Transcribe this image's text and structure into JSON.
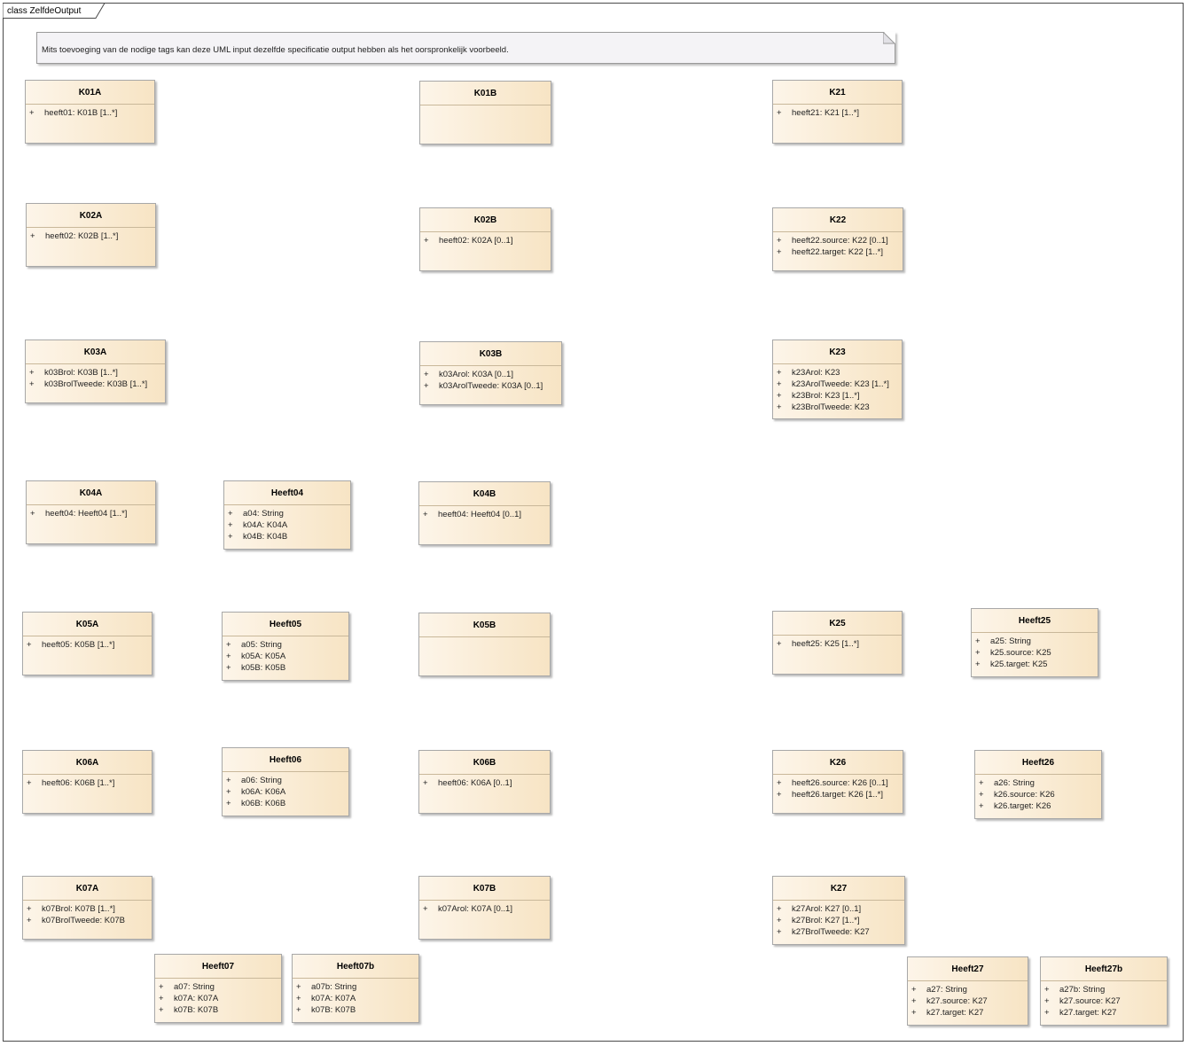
{
  "frame": {
    "label": "class ZelfdeOutput"
  },
  "note": {
    "text": "Mits toevoeging van de nodige tags kan deze UML input dezelfde specificatie output hebben als het oorspronkelijk voorbeeld."
  },
  "classes": [
    {
      "name": "K01A",
      "attributes": [
        {
          "vis": "+",
          "text": "heeft01: K01B [1..*]"
        }
      ]
    },
    {
      "name": "K01B",
      "attributes": []
    },
    {
      "name": "K21",
      "attributes": [
        {
          "vis": "+",
          "text": "heeft21: K21 [1..*]"
        }
      ]
    },
    {
      "name": "K02A",
      "attributes": [
        {
          "vis": "+",
          "text": "heeft02: K02B [1..*]"
        }
      ]
    },
    {
      "name": "K02B",
      "attributes": [
        {
          "vis": "+",
          "text": "heeft02: K02A [0..1]"
        }
      ]
    },
    {
      "name": "K22",
      "attributes": [
        {
          "vis": "+",
          "text": "heeft22.source: K22 [0..1]"
        },
        {
          "vis": "+",
          "text": "heeft22.target: K22 [1..*]"
        }
      ]
    },
    {
      "name": "K03A",
      "attributes": [
        {
          "vis": "+",
          "text": "k03Brol: K03B [1..*]"
        },
        {
          "vis": "+",
          "text": "k03BrolTweede: K03B [1..*]"
        }
      ]
    },
    {
      "name": "K03B",
      "attributes": [
        {
          "vis": "+",
          "text": "k03Arol: K03A [0..1]"
        },
        {
          "vis": "+",
          "text": "k03ArolTweede: K03A [0..1]"
        }
      ]
    },
    {
      "name": "K23",
      "attributes": [
        {
          "vis": "+",
          "text": "k23Arol: K23"
        },
        {
          "vis": "+",
          "text": "k23ArolTweede: K23 [1..*]"
        },
        {
          "vis": "+",
          "text": "k23Brol: K23 [1..*]"
        },
        {
          "vis": "+",
          "text": "k23BrolTweede: K23"
        }
      ]
    },
    {
      "name": "K04A",
      "attributes": [
        {
          "vis": "+",
          "text": "heeft04: Heeft04 [1..*]"
        }
      ]
    },
    {
      "name": "Heeft04",
      "attributes": [
        {
          "vis": "+",
          "text": "a04: String"
        },
        {
          "vis": "+",
          "text": "k04A: K04A"
        },
        {
          "vis": "+",
          "text": "k04B: K04B"
        }
      ]
    },
    {
      "name": "K04B",
      "attributes": [
        {
          "vis": "+",
          "text": "heeft04: Heeft04 [0..1]"
        }
      ]
    },
    {
      "name": "K05A",
      "attributes": [
        {
          "vis": "+",
          "text": "heeft05: K05B [1..*]"
        }
      ]
    },
    {
      "name": "Heeft05",
      "attributes": [
        {
          "vis": "+",
          "text": "a05: String"
        },
        {
          "vis": "+",
          "text": "k05A: K05A"
        },
        {
          "vis": "+",
          "text": "k05B: K05B"
        }
      ]
    },
    {
      "name": "K05B",
      "attributes": []
    },
    {
      "name": "K25",
      "attributes": [
        {
          "vis": "+",
          "text": "heeft25: K25 [1..*]"
        }
      ]
    },
    {
      "name": "Heeft25",
      "attributes": [
        {
          "vis": "+",
          "text": "a25: String"
        },
        {
          "vis": "+",
          "text": "k25.source: K25"
        },
        {
          "vis": "+",
          "text": "k25.target: K25"
        }
      ]
    },
    {
      "name": "K06A",
      "attributes": [
        {
          "vis": "+",
          "text": "heeft06: K06B [1..*]"
        }
      ]
    },
    {
      "name": "Heeft06",
      "attributes": [
        {
          "vis": "+",
          "text": "a06: String"
        },
        {
          "vis": "+",
          "text": "k06A: K06A"
        },
        {
          "vis": "+",
          "text": "k06B: K06B"
        }
      ]
    },
    {
      "name": "K06B",
      "attributes": [
        {
          "vis": "+",
          "text": "heeft06: K06A [0..1]"
        }
      ]
    },
    {
      "name": "K26",
      "attributes": [
        {
          "vis": "+",
          "text": "heeft26.source: K26 [0..1]"
        },
        {
          "vis": "+",
          "text": "heeft26.target: K26 [1..*]"
        }
      ]
    },
    {
      "name": "Heeft26",
      "attributes": [
        {
          "vis": "+",
          "text": "a26: String"
        },
        {
          "vis": "+",
          "text": "k26.source: K26"
        },
        {
          "vis": "+",
          "text": "k26.target: K26"
        }
      ]
    },
    {
      "name": "K07A",
      "attributes": [
        {
          "vis": "+",
          "text": "k07Brol: K07B [1..*]"
        },
        {
          "vis": "+",
          "text": "k07BrolTweede: K07B"
        }
      ]
    },
    {
      "name": "K07B",
      "attributes": [
        {
          "vis": "+",
          "text": "k07Arol: K07A [0..1]"
        }
      ]
    },
    {
      "name": "K27",
      "attributes": [
        {
          "vis": "+",
          "text": "k27Arol: K27 [0..1]"
        },
        {
          "vis": "+",
          "text": "k27Brol: K27 [1..*]"
        },
        {
          "vis": "+",
          "text": "k27BrolTweede: K27"
        }
      ]
    },
    {
      "name": "Heeft07",
      "attributes": [
        {
          "vis": "+",
          "text": "a07: String"
        },
        {
          "vis": "+",
          "text": "k07A: K07A"
        },
        {
          "vis": "+",
          "text": "k07B: K07B"
        }
      ]
    },
    {
      "name": "Heeft07b",
      "attributes": [
        {
          "vis": "+",
          "text": "a07b: String"
        },
        {
          "vis": "+",
          "text": "k07A: K07A"
        },
        {
          "vis": "+",
          "text": "k07B: K07B"
        }
      ]
    },
    {
      "name": "Heeft27",
      "attributes": [
        {
          "vis": "+",
          "text": "a27: String"
        },
        {
          "vis": "+",
          "text": "k27.source: K27"
        },
        {
          "vis": "+",
          "text": "k27.target: K27"
        }
      ]
    },
    {
      "name": "Heeft27b",
      "attributes": [
        {
          "vis": "+",
          "text": "a27b: String"
        },
        {
          "vis": "+",
          "text": "k27.source: K27"
        },
        {
          "vis": "+",
          "text": "k27.target: K27"
        }
      ]
    }
  ]
}
